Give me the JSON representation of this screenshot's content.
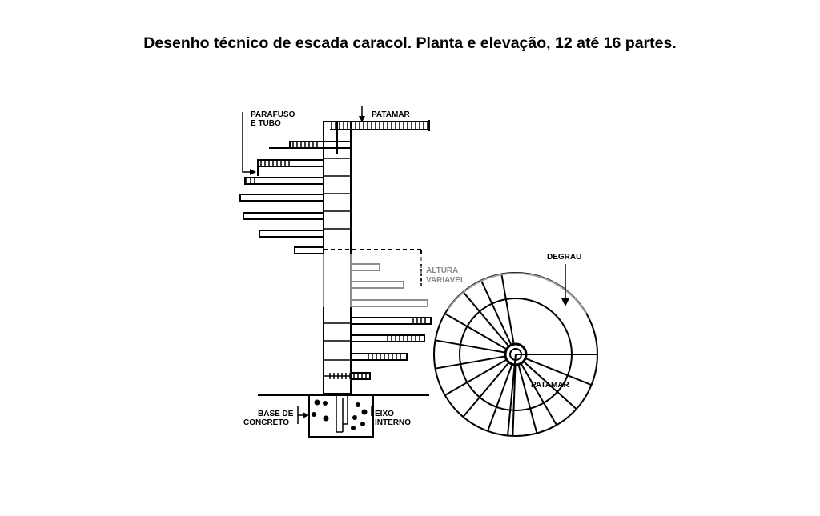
{
  "title": "Desenho técnico de escada caracol. Planta e elevação, 12 até 16 partes.",
  "labels": {
    "parafuso_1": "PARAFUSO",
    "parafuso_2": "E TUBO",
    "patamar_top": "PATAMAR",
    "altura_1": "ALTURA",
    "altura_2": "VARIAVEL",
    "degrau": "DEGRAU",
    "patamar_plan": "PATAMAR",
    "base_1": "BASE DE",
    "base_2": "CONCRETO",
    "eixo_1": "EIXO",
    "eixo_2": "INTERNO"
  }
}
